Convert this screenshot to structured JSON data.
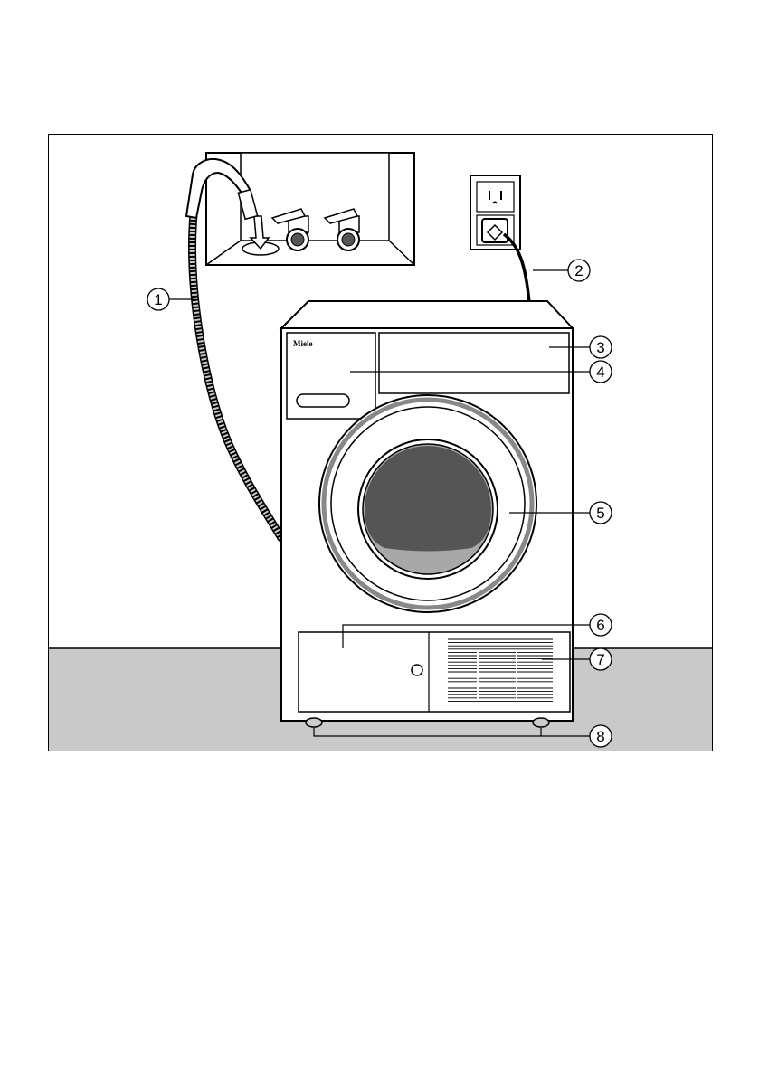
{
  "brand": "Miele",
  "callouts": [
    {
      "id": "1",
      "label": "1"
    },
    {
      "id": "2",
      "label": "2"
    },
    {
      "id": "3",
      "label": "3"
    },
    {
      "id": "4",
      "label": "4"
    },
    {
      "id": "5",
      "label": "5"
    },
    {
      "id": "6",
      "label": "6"
    },
    {
      "id": "7",
      "label": "7"
    },
    {
      "id": "8",
      "label": "8"
    }
  ],
  "colors": {
    "floor": "#c9c9c9",
    "glass": "#555555",
    "glass_rim": "#a8a8a8",
    "line": "#000000"
  }
}
